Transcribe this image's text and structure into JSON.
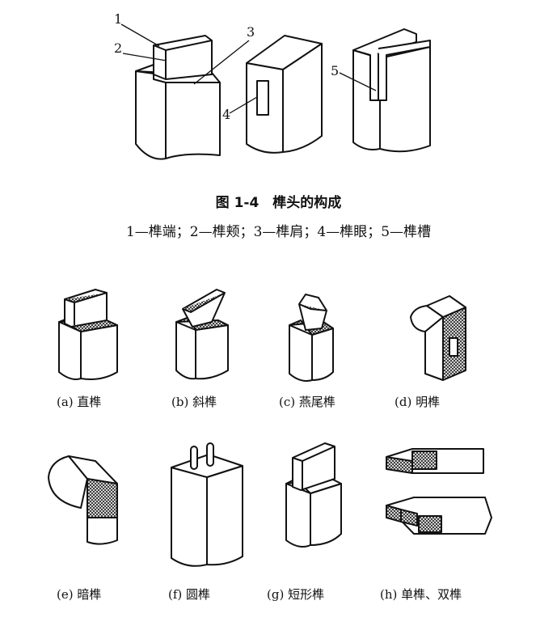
{
  "figure": {
    "title": "图 1-4　榫头的构成",
    "legend": "1—榫端；2—榫颊；3—榫肩；4—榫眼；5—榫槽",
    "callouts": [
      "1",
      "2",
      "3",
      "4",
      "5"
    ]
  },
  "types": [
    {
      "label": "(a) 直榫"
    },
    {
      "label": "(b) 斜榫"
    },
    {
      "label": "(c) 燕尾榫"
    },
    {
      "label": "(d) 明榫"
    },
    {
      "label": "(e) 暗榫"
    },
    {
      "label": "(f) 圆榫"
    },
    {
      "label": "(g) 短形榫"
    },
    {
      "label": "(h) 单榫、双榫"
    }
  ]
}
